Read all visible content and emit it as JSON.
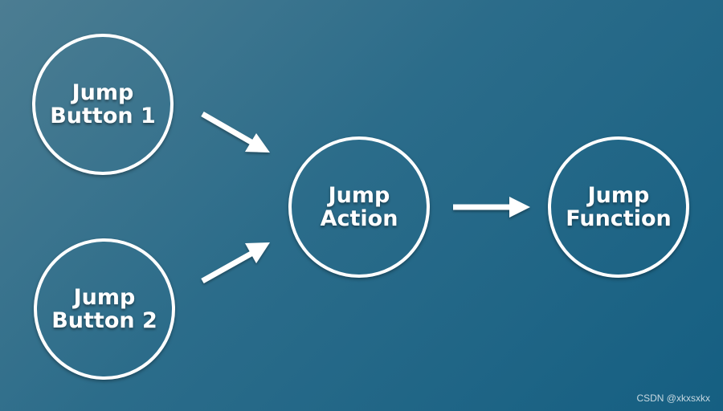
{
  "diagram": {
    "nodes": {
      "button1": "Jump\nButton 1",
      "button2": "Jump\nButton 2",
      "action": "Jump\nAction",
      "function": "Jump\nFunction"
    },
    "watermark": "CSDN @xkxsxkx"
  },
  "colors": {
    "background_top_left": "#4c7d92",
    "background_bottom_right": "#155f82",
    "stroke": "#ffffff"
  }
}
